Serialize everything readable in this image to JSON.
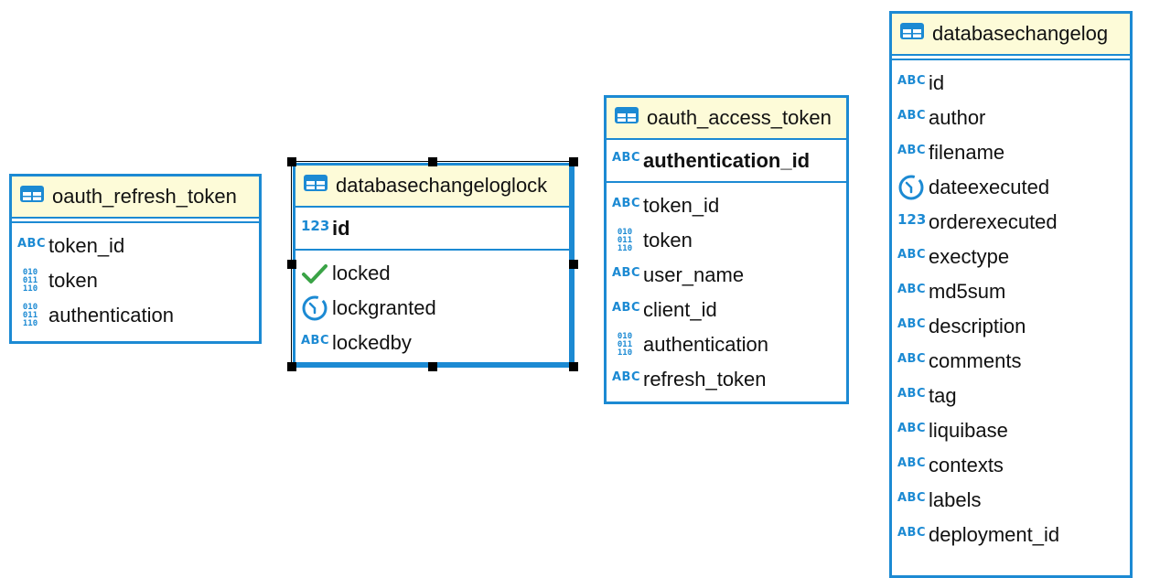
{
  "tables": {
    "oauth_refresh_token": {
      "name": "oauth_refresh_token",
      "columns": [
        {
          "type": "abc",
          "name": "token_id"
        },
        {
          "type": "binary",
          "name": "token"
        },
        {
          "type": "binary",
          "name": "authentication"
        }
      ]
    },
    "databasechangeloglock": {
      "name": "databasechangeloglock",
      "pk": {
        "type": "numeric",
        "name": "id"
      },
      "columns": [
        {
          "type": "boolean",
          "name": "locked"
        },
        {
          "type": "datetime",
          "name": "lockgranted"
        },
        {
          "type": "abc",
          "name": "lockedby"
        }
      ]
    },
    "oauth_access_token": {
      "name": "oauth_access_token",
      "pk": {
        "type": "abc",
        "name": "authentication_id"
      },
      "columns": [
        {
          "type": "abc",
          "name": "token_id"
        },
        {
          "type": "binary",
          "name": "token"
        },
        {
          "type": "abc",
          "name": "user_name"
        },
        {
          "type": "abc",
          "name": "client_id"
        },
        {
          "type": "binary",
          "name": "authentication"
        },
        {
          "type": "abc",
          "name": "refresh_token"
        }
      ]
    },
    "databasechangelog": {
      "name": "databasechangelog",
      "columns": [
        {
          "type": "abc",
          "name": "id"
        },
        {
          "type": "abc",
          "name": "author"
        },
        {
          "type": "abc",
          "name": "filename"
        },
        {
          "type": "datetime",
          "name": "dateexecuted"
        },
        {
          "type": "numeric",
          "name": "orderexecuted"
        },
        {
          "type": "abc",
          "name": "exectype"
        },
        {
          "type": "abc",
          "name": "md5sum"
        },
        {
          "type": "abc",
          "name": "description"
        },
        {
          "type": "abc",
          "name": "comments"
        },
        {
          "type": "abc",
          "name": "tag"
        },
        {
          "type": "abc",
          "name": "liquibase"
        },
        {
          "type": "abc",
          "name": "contexts"
        },
        {
          "type": "abc",
          "name": "labels"
        },
        {
          "type": "abc",
          "name": "deployment_id"
        }
      ]
    }
  },
  "icons": {
    "abc": {
      "name": "text-type-icon",
      "glyph": "ABC"
    },
    "numeric": {
      "name": "numeric-type-icon",
      "glyph": "123"
    },
    "binary": {
      "name": "binary-type-icon",
      "glyph": "010 011 110"
    },
    "boolean": {
      "name": "boolean-type-icon"
    },
    "datetime": {
      "name": "datetime-type-icon"
    },
    "table": {
      "name": "table-icon"
    }
  },
  "colors": {
    "accent": "#1c8ad3",
    "header_bg": "#fdfbd8",
    "boolean_check": "#3aa346"
  }
}
